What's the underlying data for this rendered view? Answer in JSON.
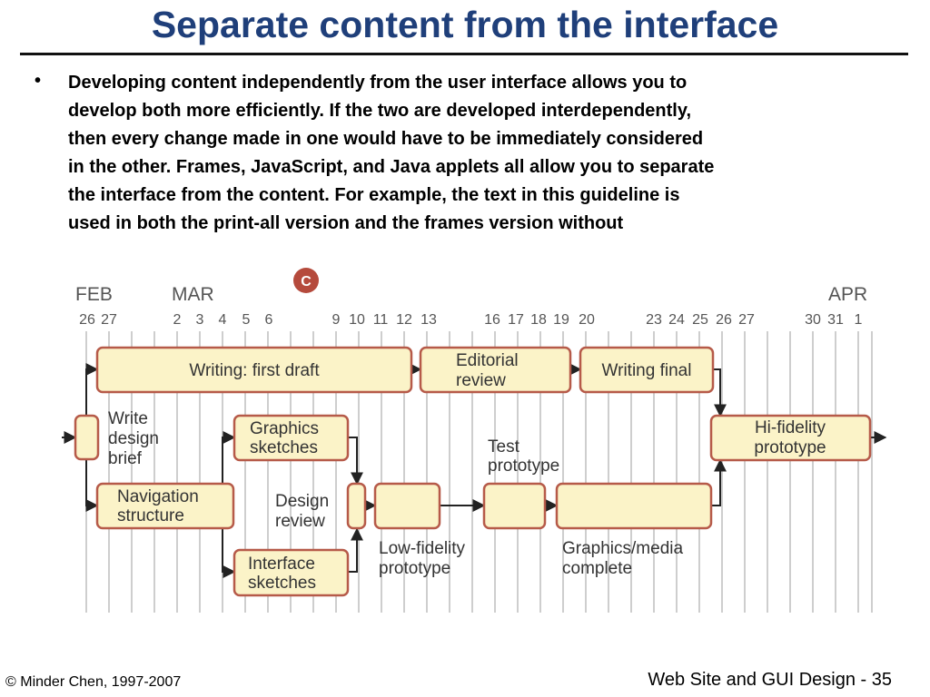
{
  "slide": {
    "title": "Separate content from the interface",
    "bullet_symbol": "•",
    "paragraph_lines": [
      "Developing content independently from the user interface allows you to",
      "develop both more efficiently. If the two are developed interdependently,",
      "then every change made in one would have to be immediately considered",
      "in the other. Frames, JavaScript, and Java applets all allow you to separate",
      "the interface from the content. For example, the text in this guideline is",
      "used in both the print-all version and the frames version without"
    ],
    "footer_left": "© Minder Chen, 1997-2007",
    "footer_right": "Web Site and GUI Design - 35"
  },
  "diagram": {
    "badge": "C",
    "months": [
      "FEB",
      "MAR",
      "APR"
    ],
    "days": [
      "26",
      "27",
      "2",
      "3",
      "4",
      "5",
      "6",
      "9",
      "10",
      "11",
      "12",
      "13",
      "16",
      "17",
      "18",
      "19",
      "20",
      "23",
      "24",
      "25",
      "26",
      "27",
      "30",
      "31",
      "1"
    ],
    "boxes": {
      "writing_first_draft": "Writing: first draft",
      "editorial_review": [
        "Editorial",
        "review"
      ],
      "writing_final": "Writing final",
      "graphics_sketches": [
        "Graphics",
        "sketches"
      ],
      "navigation_structure": [
        "Navigation",
        "structure"
      ],
      "interface_sketches": [
        "Interface",
        "sketches"
      ],
      "hi_fidelity_prototype": [
        "Hi-fidelity",
        "prototype"
      ]
    },
    "labels": {
      "write_design_brief": [
        "Write",
        "design",
        "brief"
      ],
      "design_review": [
        "Design",
        "review"
      ],
      "test_prototype": [
        "Test",
        "prototype"
      ],
      "low_fidelity_prototype": [
        "Low-fidelity",
        "prototype"
      ],
      "graphics_media_complete": [
        "Graphics/media",
        "complete"
      ]
    },
    "colors": {
      "box_fill": "#fbf3c8",
      "box_stroke": "#b65a49",
      "badge_fill": "#b54a3c",
      "grid": "#bdbdbd",
      "title": "#1f3f7a"
    }
  }
}
